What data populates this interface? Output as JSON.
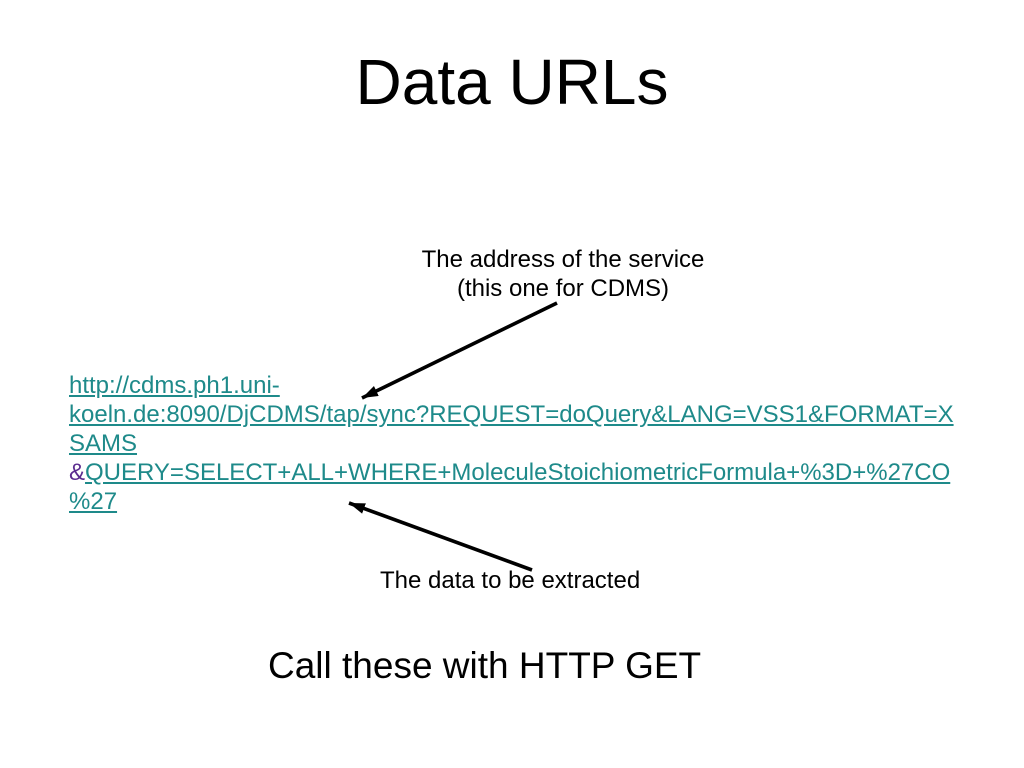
{
  "slide": {
    "title": "Data URLs",
    "labels": {
      "service_line1": "The address of the service",
      "service_line2": "(this one for CDMS)",
      "data_extracted": "The data to be extracted",
      "footer": "Call these with HTTP GET"
    },
    "url": {
      "full": "http://cdms.ph1.uni-koeln.de:8090/DjCDMS/tap/sync?REQUEST=doQuery&LANG=VSS1&FORMAT=XSAMS&QUERY=SELECT+ALL+WHERE+MoleculeStoichiometricFormula+%3D+%27CO%27",
      "lines": [
        [
          {
            "text": "http://cdms.ph1.uni-",
            "style": "link"
          }
        ],
        [
          {
            "text": "koeln.de:8090/DjCDMS/tap/sync?REQUEST=doQuery&LANG=VSS1&FORMAT=X",
            "style": "link"
          }
        ],
        [
          {
            "text": "SAMS",
            "style": "link"
          }
        ],
        [
          {
            "text": "&",
            "style": "amp"
          },
          {
            "text": "QUERY=SELECT+ALL+WHERE+MoleculeStoichiometricFormula+%3D+%27CO",
            "style": "link"
          }
        ],
        [
          {
            "text": "%27",
            "style": "link"
          }
        ]
      ]
    },
    "colors": {
      "background": "#FFFFFF",
      "text": "#000000",
      "link": "#1E8A8A",
      "ampersand": "#5B2C8F",
      "arrow": "#000000"
    }
  }
}
